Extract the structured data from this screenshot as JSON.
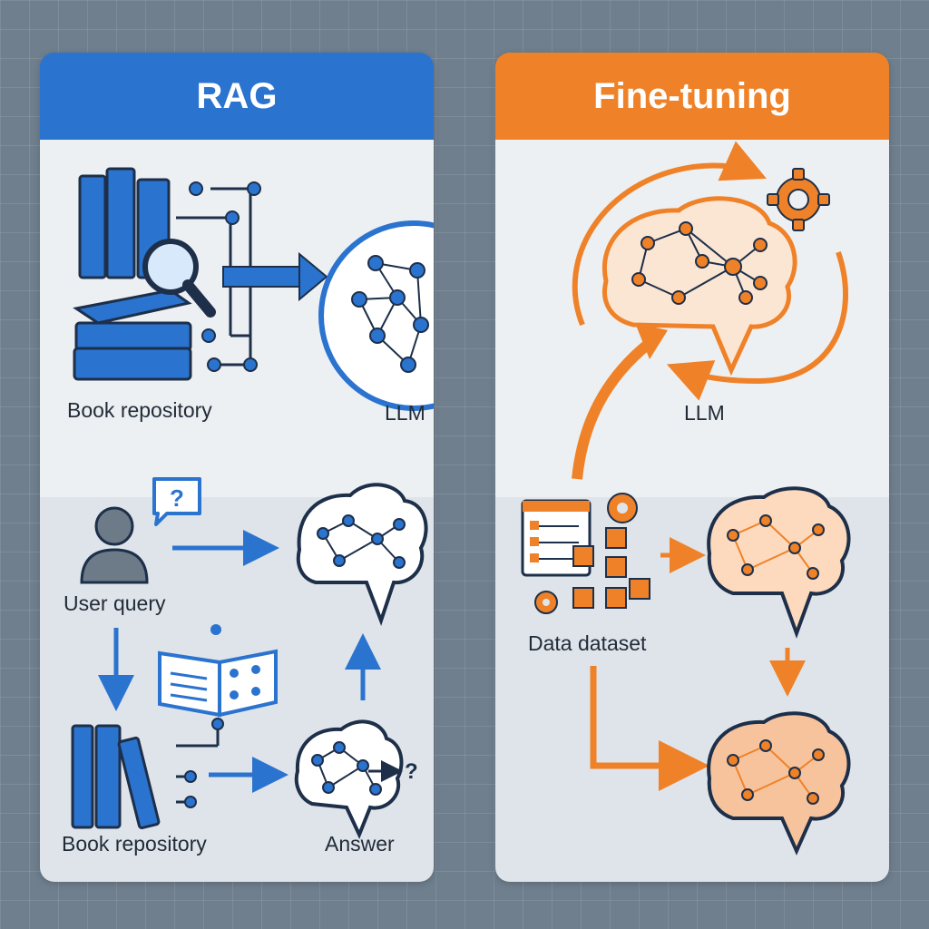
{
  "rag": {
    "title": "RAG",
    "top": {
      "source_label": "Book repository",
      "model_label": "LLM"
    },
    "bottom": {
      "query_label": "User query",
      "repository_label": "Book repository",
      "answer_label": "Answer",
      "question_mark": "?"
    }
  },
  "finetuning": {
    "title": "Fine-tuning",
    "top": {
      "model_label": "LLM"
    },
    "bottom": {
      "dataset_label": "Data dataset"
    }
  },
  "colors": {
    "rag_accent": "#2a73cf",
    "ft_accent": "#ef8228",
    "panel_light": "#edf0f3",
    "panel_shade": "#dfe4ea",
    "background": "#6f7f8e"
  }
}
